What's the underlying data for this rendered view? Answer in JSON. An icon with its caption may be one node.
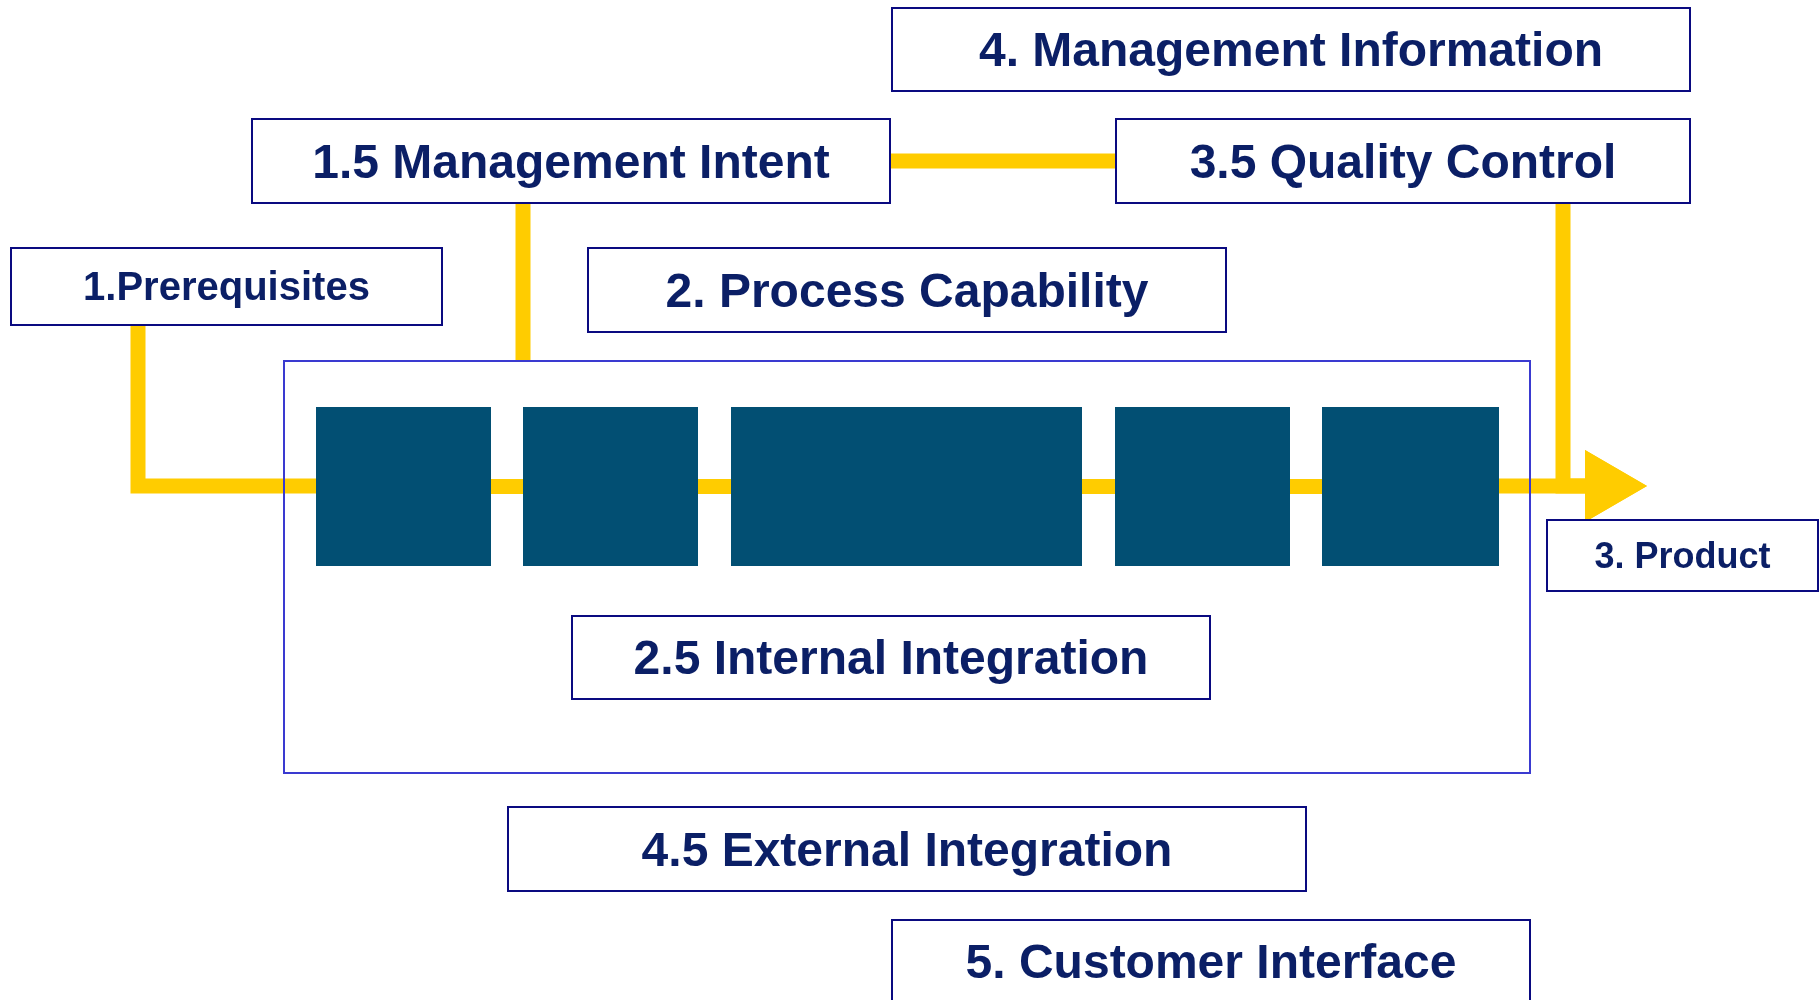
{
  "diagram": {
    "nodes": [
      {
        "text": [
          "4. Management Information"
        ]
      },
      {
        "text": [
          "1.5 Management Intent"
        ]
      },
      {
        "text": [
          "3.5 Quality Control"
        ]
      },
      {
        "text": [
          "1.Prerequisites"
        ]
      },
      {
        "text": [
          "2. Process Capability"
        ]
      },
      {
        "text": [],
        "shape": "box"
      },
      {
        "text": [],
        "shape": "box",
        "in": 5
      },
      {
        "text": [],
        "shape": "box",
        "in": 5
      },
      {
        "text": [],
        "shape": "box",
        "in": 5
      },
      {
        "text": [],
        "shape": "box",
        "in": 5
      },
      {
        "text": [],
        "shape": "box",
        "in": 5
      },
      {
        "text": [
          "2.5 Internal Integration"
        ],
        "in": 5
      },
      {
        "text": [
          "3. Product"
        ]
      },
      {
        "text": [
          "4.5 External Integration"
        ]
      },
      {
        "text": [
          "5. Customer Interface"
        ]
      }
    ],
    "edges": [
      {
        "from": 1,
        "to": 2,
        "arrow": "none"
      },
      {
        "from": 1,
        "to": 5,
        "arrow": "none"
      },
      {
        "from": 3,
        "to": 6,
        "arrow": "none"
      },
      {
        "from": 6,
        "to": 7,
        "arrow": "none"
      },
      {
        "from": 7,
        "to": 8,
        "arrow": "none"
      },
      {
        "from": 8,
        "to": 9,
        "arrow": "none"
      },
      {
        "from": 9,
        "to": 10,
        "arrow": "none"
      },
      {
        "from": 10,
        "to": 12,
        "arrow": "to"
      },
      {
        "from": 2,
        "to": 12,
        "arrow": "to"
      }
    ]
  }
}
